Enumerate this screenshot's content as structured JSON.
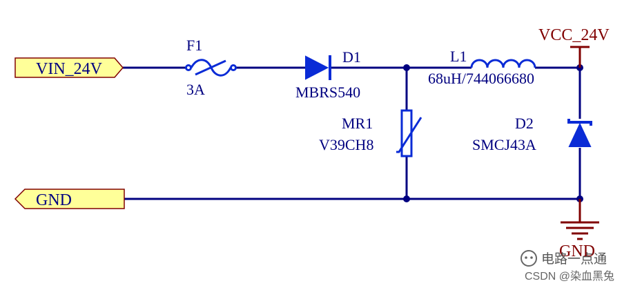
{
  "ports": {
    "input": "VIN_24V",
    "ground": "GND"
  },
  "power": {
    "output_net": "VCC_24V",
    "ground_net": "GND"
  },
  "components": {
    "fuse": {
      "designator": "F1",
      "value": "3A"
    },
    "diode": {
      "designator": "D1",
      "value": "MBRS540"
    },
    "inductor": {
      "designator": "L1",
      "value": "68uH/744066680"
    },
    "varistor": {
      "designator": "MR1",
      "value": "V39CH8"
    },
    "tvs": {
      "designator": "D2",
      "value": "SMCJ43A"
    }
  },
  "watermark": {
    "title": "电路一点通",
    "credit": "CSDN @染血黑兔"
  },
  "colors": {
    "wire": "#000080",
    "component": "#0a2bd6",
    "power": "#800000",
    "port_fill": "#ffff99",
    "port_stroke": "#800000",
    "junction": "#000080"
  }
}
